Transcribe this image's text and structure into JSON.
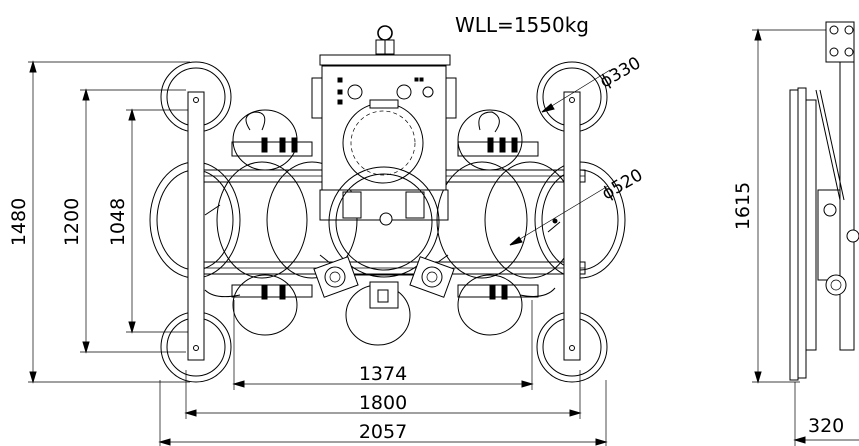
{
  "load_label": "WLL=1550kg",
  "front_view": {
    "dimensions": {
      "overall_height": "1480",
      "pad_height": "1200",
      "inner_height": "1048",
      "inner_width": "1374",
      "pad_width": "1800",
      "overall_width": "2057",
      "small_pad_diameter": "ϕ330",
      "large_pad_diameter": "ϕ520"
    }
  },
  "side_view": {
    "dimensions": {
      "height": "1615",
      "depth": "320"
    }
  }
}
